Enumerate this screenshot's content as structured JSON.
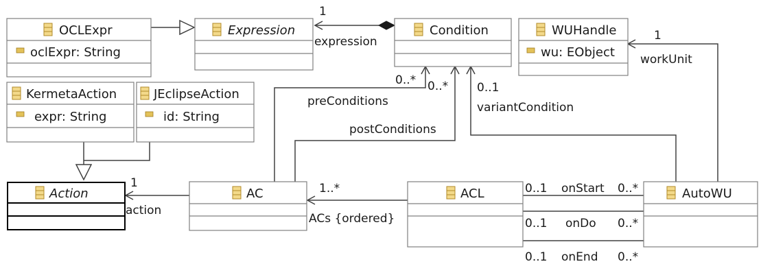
{
  "classes": {
    "oclexpr": {
      "name": "OCLExpr",
      "attrs": [
        "oclExpr: String"
      ]
    },
    "expression": {
      "name": "Expression",
      "attrs": []
    },
    "condition": {
      "name": "Condition",
      "attrs": []
    },
    "wuhandle": {
      "name": "WUHandle",
      "attrs": [
        "wu: EObject"
      ]
    },
    "kermetaaction": {
      "name": "KermetaAction",
      "attrs": [
        "expr: String"
      ]
    },
    "jeclipseaction": {
      "name": "JEclipseAction",
      "attrs": [
        "id: String"
      ]
    },
    "action": {
      "name": "Action",
      "attrs": []
    },
    "ac": {
      "name": "AC",
      "attrs": []
    },
    "acl": {
      "name": "ACL",
      "attrs": []
    },
    "autowu": {
      "name": "AutoWU",
      "attrs": []
    }
  },
  "edge_labels": {
    "expr_mult": "1",
    "expr_role": "expression",
    "pre_mult": "0..*",
    "pre_role": "preConditions",
    "post_mult": "0..*",
    "post_role": "postConditions",
    "variant_mult": "0..1",
    "variant_role": "variantCondition",
    "workunit_mult": "1",
    "workunit_role": "workUnit",
    "action_mult": "1",
    "action_role": "action",
    "acs_mult": "1..*",
    "acs_role": "ACs {ordered}",
    "onstart_src": "0..1",
    "onstart_role": "onStart",
    "onstart_tgt": "0..*",
    "ondo_src": "0..1",
    "ondo_role": "onDo",
    "ondo_tgt": "0..*",
    "onend_src": "0..1",
    "onend_role": "onEnd",
    "onend_tgt": "0..*"
  },
  "colors": {
    "class_icon": "#f3d98a",
    "attr_icon": "#e3c25a",
    "border": "#808080"
  }
}
